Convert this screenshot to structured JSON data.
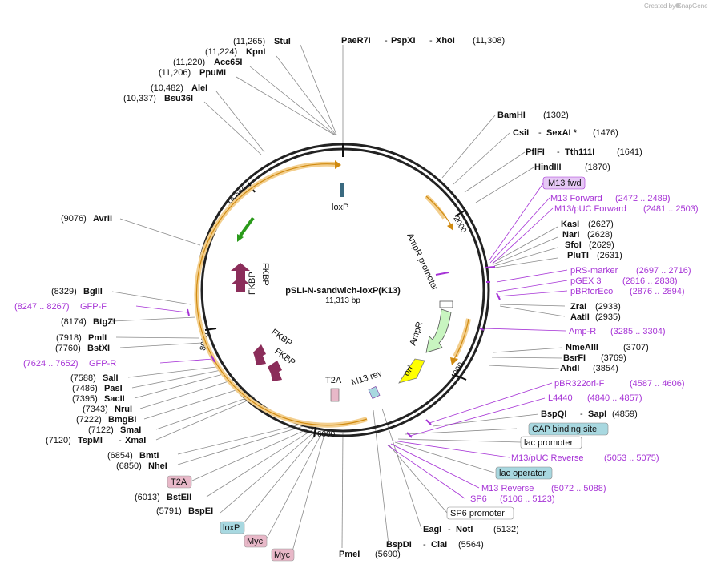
{
  "credit": "Created by SnapGene",
  "plasmid": {
    "name": "pSLI-N-sandwich-loxP(K13)",
    "length": "11,313 bp"
  },
  "ticks": [
    "2000",
    "4000",
    "6000",
    "8000",
    "10,000"
  ],
  "features": {
    "loxp": "loxP",
    "ampr_promoter": "AmpR promoter",
    "ampr": "AmpR",
    "ori": "ori",
    "m13rev": "M13 rev",
    "t2a": "T2A",
    "fkbp1": "FKBP",
    "fkbp2": "FKBP",
    "fkbp3": "FKBP",
    "fkbp4": "FKBP"
  },
  "top": {
    "paer7i": {
      "name": "PaeR7I",
      "dash1": "-",
      "name2": "PspXI",
      "dash2": "-",
      "name3": "XhoI",
      "pos": "(11,308)"
    }
  },
  "left": {
    "stui": {
      "pos": "(11,265)",
      "name": "StuI"
    },
    "kpni": {
      "pos": "(11,224)",
      "name": "KpnI"
    },
    "acc65i": {
      "pos": "(11,220)",
      "name": "Acc65I"
    },
    "ppumi": {
      "pos": "(11,206)",
      "name": "PpuMI"
    },
    "alei": {
      "pos": "(10,482)",
      "name": "AleI"
    },
    "bsu36i": {
      "pos": "(10,337)",
      "name": "Bsu36I"
    },
    "avrii": {
      "pos": "(9076)",
      "name": "AvrII"
    },
    "bglii": {
      "pos": "(8329)",
      "name": "BglII"
    },
    "gfpf": {
      "pos": "(8247 .. 8267)",
      "name": "GFP-F"
    },
    "btgzi": {
      "pos": "(8174)",
      "name": "BtgZI"
    },
    "pmli": {
      "pos": "(7918)",
      "name": "PmlI"
    },
    "bstxi": {
      "pos": "(7760)",
      "name": "BstXI"
    },
    "gfpr": {
      "pos": "(7624 .. 7652)",
      "name": "GFP-R"
    },
    "sali": {
      "pos": "(7588)",
      "name": "SalI"
    },
    "pasi": {
      "pos": "(7486)",
      "name": "PasI"
    },
    "sacii": {
      "pos": "(7395)",
      "name": "SacII"
    },
    "nrui": {
      "pos": "(7343)",
      "name": "NruI"
    },
    "bmgbi": {
      "pos": "(7222)",
      "name": "BmgBI"
    },
    "smai": {
      "pos": "(7122)",
      "name": "SmaI"
    },
    "tspmi": {
      "pos": "(7120)",
      "name": "TspMI",
      "dash": "-",
      "name2": "XmaI"
    },
    "bmti": {
      "pos": "(6854)",
      "name": "BmtI"
    },
    "nhei": {
      "pos": "(6850)",
      "name": "NheI"
    },
    "t2a": {
      "name": "T2A"
    },
    "bsteii": {
      "pos": "(6013)",
      "name": "BstEII"
    },
    "bspei": {
      "pos": "(5791)",
      "name": "BspEI"
    },
    "loxp": {
      "name": "loxP"
    },
    "myc1": {
      "name": "Myc"
    },
    "myc2": {
      "name": "Myc"
    },
    "pmei": {
      "name": "PmeI",
      "pos": "(5690)"
    }
  },
  "right": {
    "bamhi": {
      "name": "BamHI",
      "pos": "(1302)"
    },
    "csii": {
      "name": "CsiI",
      "dash": "-",
      "name2": "SexAI *",
      "pos": "(1476)"
    },
    "pflfi": {
      "name": "PflFI",
      "dash": "-",
      "name2": "Tth111I",
      "pos": "(1641)"
    },
    "hindiii": {
      "name": "HindIII",
      "pos": "(1870)"
    },
    "m13fwd": {
      "name": "M13 fwd"
    },
    "m13forward": {
      "name": "M13 Forward",
      "pos": "(2472 .. 2489)"
    },
    "m13puc": {
      "name": "M13/pUC Forward",
      "pos": "(2481 .. 2503)"
    },
    "kasi": {
      "name": "KasI",
      "pos": "(2627)"
    },
    "nari": {
      "name": "NarI",
      "pos": "(2628)"
    },
    "sfoi": {
      "name": "SfoI",
      "pos": "(2629)"
    },
    "pluti": {
      "name": "PluTI",
      "pos": "(2631)"
    },
    "prs": {
      "name": "pRS-marker",
      "pos": "(2697 .. 2716)"
    },
    "pgex": {
      "name": "pGEX 3'",
      "pos": "(2816 .. 2838)"
    },
    "pbrfor": {
      "name": "pBRforEco",
      "pos": "(2876 .. 2894)"
    },
    "zrai": {
      "name": "ZraI",
      "pos": "(2933)"
    },
    "aatii": {
      "name": "AatII",
      "pos": "(2935)"
    },
    "ampr": {
      "name": "Amp-R",
      "pos": "(3285 .. 3304)"
    },
    "nmeaiii": {
      "name": "NmeAIII",
      "pos": "(3707)"
    },
    "bsrfi": {
      "name": "BsrFI",
      "pos": "(3769)"
    },
    "ahdi": {
      "name": "AhdI",
      "pos": "(3854)"
    },
    "pbr322": {
      "name": "pBR322ori-F",
      "pos": "(4587 .. 4606)"
    },
    "l4440": {
      "name": "L4440",
      "pos": "(4840 .. 4857)"
    },
    "bspqi": {
      "name": "BspQI",
      "dash": "-",
      "name2": "SapI",
      "pos": "(4859)"
    },
    "cap": {
      "name": "CAP binding site"
    },
    "lacprom": {
      "name": "lac promoter"
    },
    "m13pucrev": {
      "name": "M13/pUC Reverse",
      "pos": "(5053 .. 5075)"
    },
    "lacop": {
      "name": "lac operator"
    },
    "m13rev": {
      "name": "M13 Reverse",
      "pos": "(5072 .. 5088)"
    },
    "sp6": {
      "name": "SP6",
      "pos": "(5106 .. 5123)"
    },
    "sp6prom": {
      "name": "SP6 promoter"
    },
    "eagi": {
      "name": "EagI",
      "dash": "-",
      "name2": "NotI",
      "pos": "(5132)"
    },
    "bspdi": {
      "name": "BspDI",
      "dash": "-",
      "name2": "ClaI",
      "pos": "(5564)"
    }
  },
  "colors": {
    "primer": "#a633d6",
    "fkbp": "#8b2d5a",
    "ampr": "#c8f5c0",
    "ori": "#ffff00",
    "orange": "#f0a020",
    "box_blue": "#a8d8e0",
    "box_pink": "#e8b8c8",
    "box_purple": "#e6c8f5"
  }
}
